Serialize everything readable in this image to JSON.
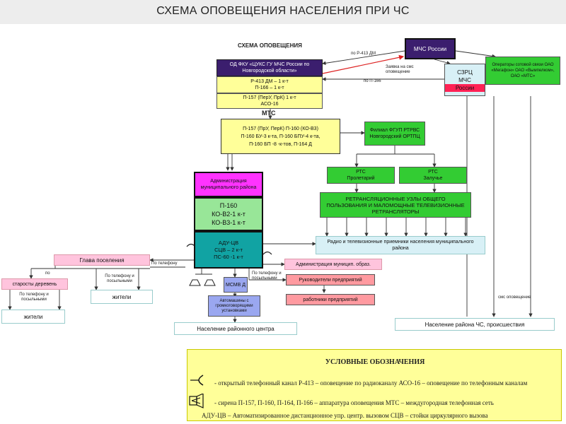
{
  "title": "СХЕМА ОПОВЕЩЕНИЯ НАСЕЛЕНИЯ ПРИ ЧС",
  "scheme_label": "СХЕМА ОПОВЕЩЕНИЯ",
  "od_fku": "ОД ФКУ «ЦУКС ГУ МЧС России по Новгородской области»",
  "od_row1a": "Р-413 ДМ – 1 к-т",
  "od_row1b": "П-166 – 1 к-т",
  "od_row2a": "П-157 (ПерУ, ПрК) 1 к-т",
  "od_row2b": "АСО-16",
  "mchs": "МЧС России",
  "szrc_line1": "СЗРЦ",
  "szrc_line2": "МЧС",
  "szrc_line3": "России",
  "operators": "Операторы сотовой связи ОАО «Мегафон» ОАО «Вымпелком», ОАО «МТС»",
  "label_p413": "по Р-413 ДМ",
  "label_zayavka": "Заявка на смс оповещение",
  "label_p166": "по П-166",
  "mts": "МТС",
  "equip_line1": "П-157 (ПрУ, ПерК) П-160 (КО-В3)",
  "equip_line2": "П-160 БУ-3 к-та, П-160 БПУ-4 к-та,",
  "equip_line3": "П-160 БП -8 -к-тов, П-164 Д",
  "filial": "Филиал ФГУП РТРВС Новгородский ОРТПЦ",
  "rts1_line1": "РТС",
  "rts1_line2": "Пролетарий",
  "rts2_line1": "РТС",
  "rts2_line2": "Залучье",
  "retrans": "РЕТРАНСЛЯЦИОННЫЕ УЗЛЫ ОБЩЕГО ПОЛЬЗОВАНИЯ И МАЛОМОЩНЫЕ ТЕЛЕВИЗИОННЫЕ РЕТРАНСЛЯТОРЫ",
  "radio_tv": "Радио и телевизионные приемники населения муниципального района",
  "admin_rayon": "Администрация муниципального района",
  "p160_line1": "П-160",
  "p160_line2": "КО-В2-1 к-т",
  "p160_line3": "КО-В3-1 к-т",
  "adu_line1": "АДУ-ЦВ",
  "adu_line2": "СЦВ – 2 к-т",
  "adu_line3": "ПС-60 -1 к-т",
  "glava": "Глава поселения",
  "po_telefonu": "По телефону",
  "label_po": "по",
  "starosty": "старосты деревень",
  "po_tel_posyl": "По телефону и посыльными",
  "po_tel_posyl2": "По телефону и посыльными",
  "po_tel_posyl3": "По телефону и посыльными",
  "zhiteli1": "жители",
  "zhiteli2": "жители",
  "mcmvd": "МСМВ Д",
  "avtomashiny": "Автомашины с громкоговорящими установками",
  "naselenie_centra": "Население районного центра",
  "admin_munic": "Администрация муницип. образ.",
  "rukovoditeli": "Руководители предприятий",
  "rabotniki": "работники предприятий",
  "sms_label": "смс оповещение",
  "naselenie_chs": "Население района ЧС, происшествия",
  "legend_title": "УСЛОВНЫЕ ОБОЗНАЧЕНИЯ",
  "legend_r1": "- открытый телефонный канал   Р-413 – оповещение по радиоканалу   АСО-16 – оповещение по телефонным каналам",
  "legend_r2": "- сирена   П-157, П-160, П-164, П-166 – аппаратура оповещения   МТС – междугородная телефонная сеть",
  "legend_r3": "АДУ-ЦВ – Автоматизированное дистанционное упр. центр. вызовом   СЦВ – стойки циркулярного вызова",
  "colors": {
    "yellow": "#ffff99",
    "lightgreen": "#98e698",
    "green": "#33cc33",
    "teal": "#11a3a3",
    "magenta": "#ff33ff",
    "purple": "#3b1e6e",
    "pink": "#ffc4dd",
    "salmon": "#ff9aa0",
    "lightblue": "#d8f0f6",
    "periwinkle": "#9aa7f0"
  }
}
